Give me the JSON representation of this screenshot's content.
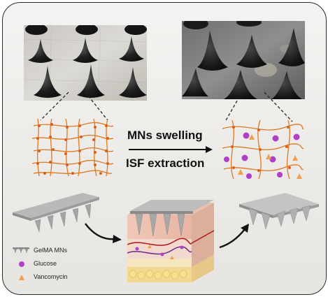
{
  "process": {
    "line1": "MNs swelling",
    "line2": "ISF extraction"
  },
  "legend": {
    "items": [
      {
        "label": "GelMA MNs",
        "icon": "microneedle-icon"
      },
      {
        "label": "Glucose",
        "icon": "glucose-dot-icon",
        "color": "#b040c8"
      },
      {
        "label": "Vancomycin",
        "icon": "vancomycin-triangle-icon",
        "color": "#f0a050"
      }
    ]
  },
  "colors": {
    "hydrogel_fiber": "#e07820",
    "glucose": "#b040c8",
    "vancomycin": "#f0a050"
  }
}
